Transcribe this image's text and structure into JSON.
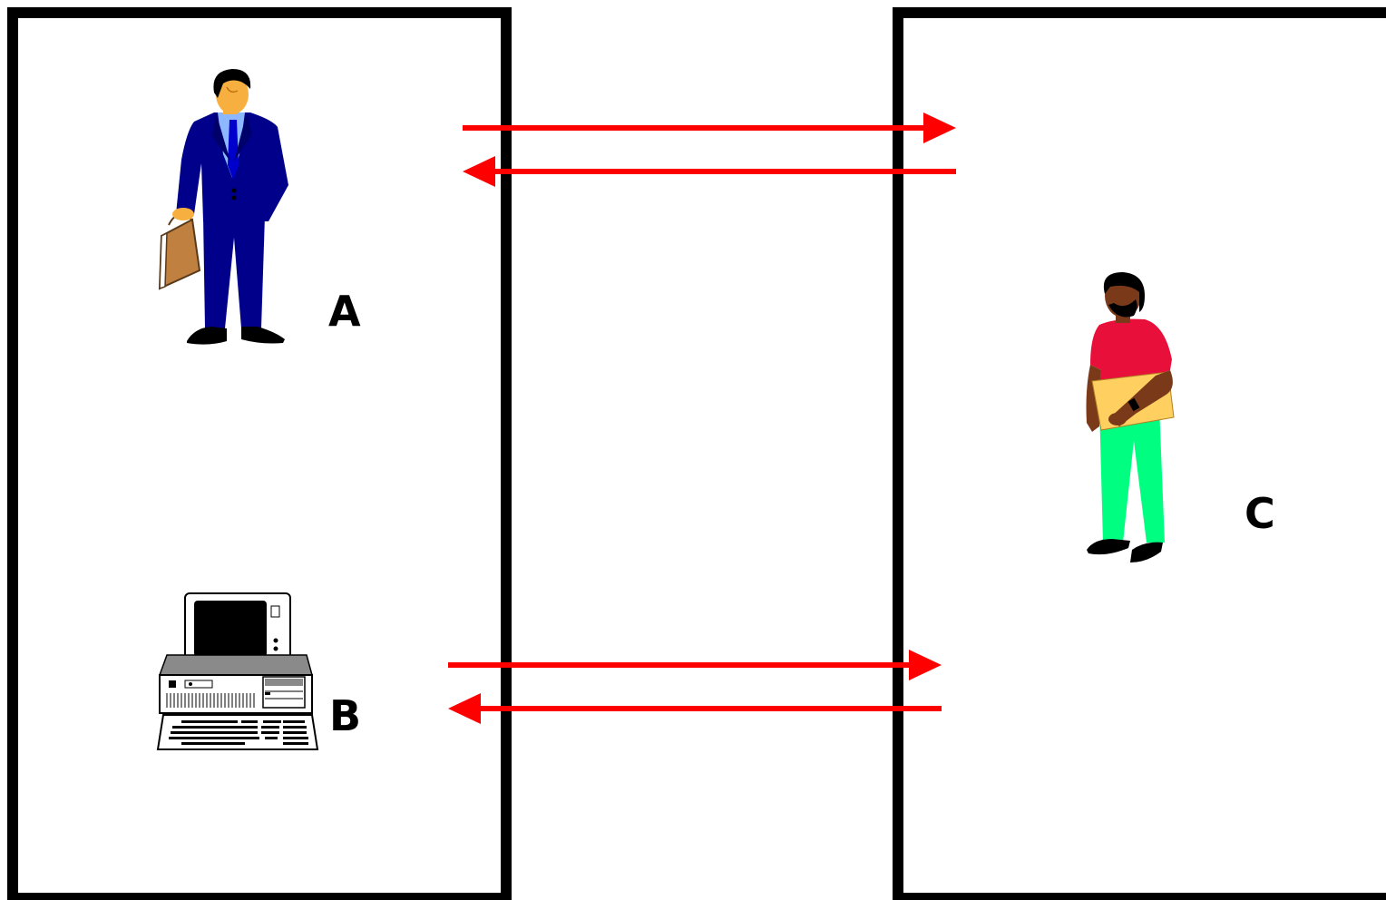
{
  "labels": {
    "a": "A",
    "b": "B",
    "c": "C"
  },
  "figures": {
    "a": "businessman-with-briefcase",
    "b": "desktop-computer",
    "c": "bearded-man-with-folder"
  },
  "colors": {
    "arrow": "#ff0000",
    "frame": "#000000",
    "suit": "#00008b",
    "shirt_c": "#e8103a",
    "pants_c": "#00ff80",
    "folder": "#ffd060",
    "briefcase": "#c08040"
  },
  "arrows": [
    {
      "from": "A",
      "to": "C",
      "direction": "right"
    },
    {
      "from": "C",
      "to": "A",
      "direction": "left"
    },
    {
      "from": "B",
      "to": "C",
      "direction": "right"
    },
    {
      "from": "C",
      "to": "B",
      "direction": "left"
    }
  ]
}
